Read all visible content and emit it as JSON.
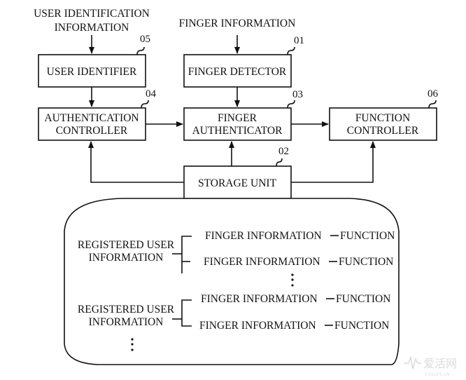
{
  "inputs": {
    "user_identification": [
      "USER IDENTIFICATION",
      "INFORMATION"
    ],
    "finger_information": "FINGER INFORMATION"
  },
  "blocks": {
    "user_identifier": {
      "lines": [
        "USER IDENTIFIER"
      ],
      "ref": "05"
    },
    "finger_detector": {
      "lines": [
        "FINGER DETECTOR"
      ],
      "ref": "01"
    },
    "authentication_controller": {
      "lines": [
        "AUTHENTICATION",
        "CONTROLLER"
      ],
      "ref": "04"
    },
    "finger_authenticator": {
      "lines": [
        "FINGER",
        "AUTHENTICATOR"
      ],
      "ref": "03"
    },
    "function_controller": {
      "lines": [
        "FUNCTION",
        "CONTROLLER"
      ],
      "ref": "06"
    },
    "storage_unit": {
      "lines": [
        "STORAGE UNIT"
      ],
      "ref": "02"
    }
  },
  "storage_contents": {
    "groups": [
      {
        "label": [
          "REGISTERED USER",
          "INFORMATION"
        ],
        "entries": [
          {
            "finger": "FINGER INFORMATION",
            "separator": "—",
            "function": "FUNCTION"
          },
          {
            "finger": "FINGER INFORMATION",
            "separator": "—",
            "function": "FUNCTION"
          }
        ],
        "ellipsis": "⋮"
      },
      {
        "label": [
          "REGISTERED USER",
          "INFORMATION"
        ],
        "entries": [
          {
            "finger": "FINGER INFORMATION",
            "separator": "—",
            "function": "FUNCTION"
          },
          {
            "finger": "FINGER INFORMATION",
            "separator": "—",
            "function": "FUNCTION"
          }
        ]
      }
    ],
    "ellipsis": "⋮"
  },
  "watermark": {
    "text": "爱活网",
    "subtext": "EVOLIFE.CN"
  }
}
